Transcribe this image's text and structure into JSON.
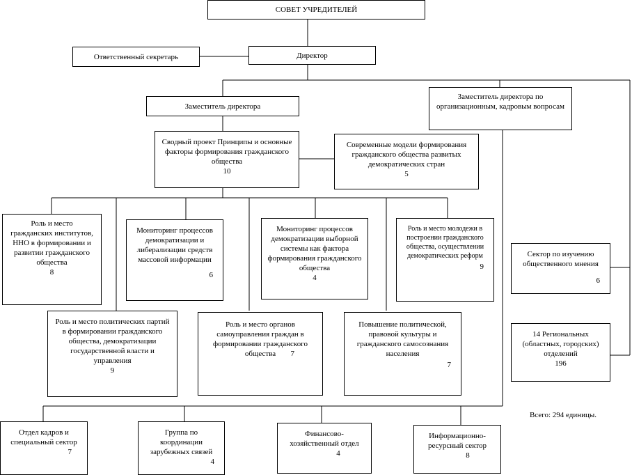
{
  "chart": {
    "founders": "СОВЕТ УЧРЕДИТЕЛЕЙ",
    "secretary": "Ответственный секретарь",
    "director": "Директор",
    "deputy": "Заместитель директора",
    "deputy_org": "Заместитель директора по организационным, кадровым вопросам",
    "summary_project": {
      "title": "Сводный проект Принципы и основные факторы формирования гражданского общества",
      "count": "10"
    },
    "modern_models": {
      "title": "Современные модели формирования гражданского общества развитых демократических стран",
      "count": "5"
    },
    "role_institutes": {
      "title": "Роль и место гражданских институтов, ННО в формировании и развитии гражданского общества",
      "count": "8"
    },
    "media_monitoring": {
      "title": "Мониторинг процессов демократизации и либерализации средств массовой информации",
      "count": "6"
    },
    "election_monitoring": {
      "title": "Мониторинг процессов демократизации выборной системы как фактора формирования гражданского общества",
      "count": "4"
    },
    "youth_role": {
      "title": "Роль и место молодежи в построении гражданского общества, осуществлении демократических реформ",
      "count": "9"
    },
    "public_opinion": {
      "title": "Сектор по изучению общественного мнения",
      "count": "6"
    },
    "parties_role": {
      "title": "Роль и место политических партий в формировании гражданского общества, демократизации государственной власти и управления",
      "count": "9"
    },
    "self_government": {
      "title": "Роль и место органов самоуправления граждан в формировании гражданского общества",
      "count": "7"
    },
    "legal_culture": {
      "title": "Повышение политической, правовой культуры и гражданского самосознания населения",
      "count": "7"
    },
    "regional": {
      "title": "14 Региональных (областных, городских) отделений",
      "count": "196"
    },
    "hr_dept": {
      "title": "Отдел кадров и специальный сектор",
      "count": "7"
    },
    "foreign_group": {
      "title": "Группа по координации зарубежных связей",
      "count": "4"
    },
    "finance_dept": {
      "title": "Финансово-хозяйственный отдел",
      "count": "4"
    },
    "info_sector": {
      "title": "Информационно-ресурсный сектор",
      "count": "8"
    },
    "total": "Всего: 294 единицы."
  }
}
